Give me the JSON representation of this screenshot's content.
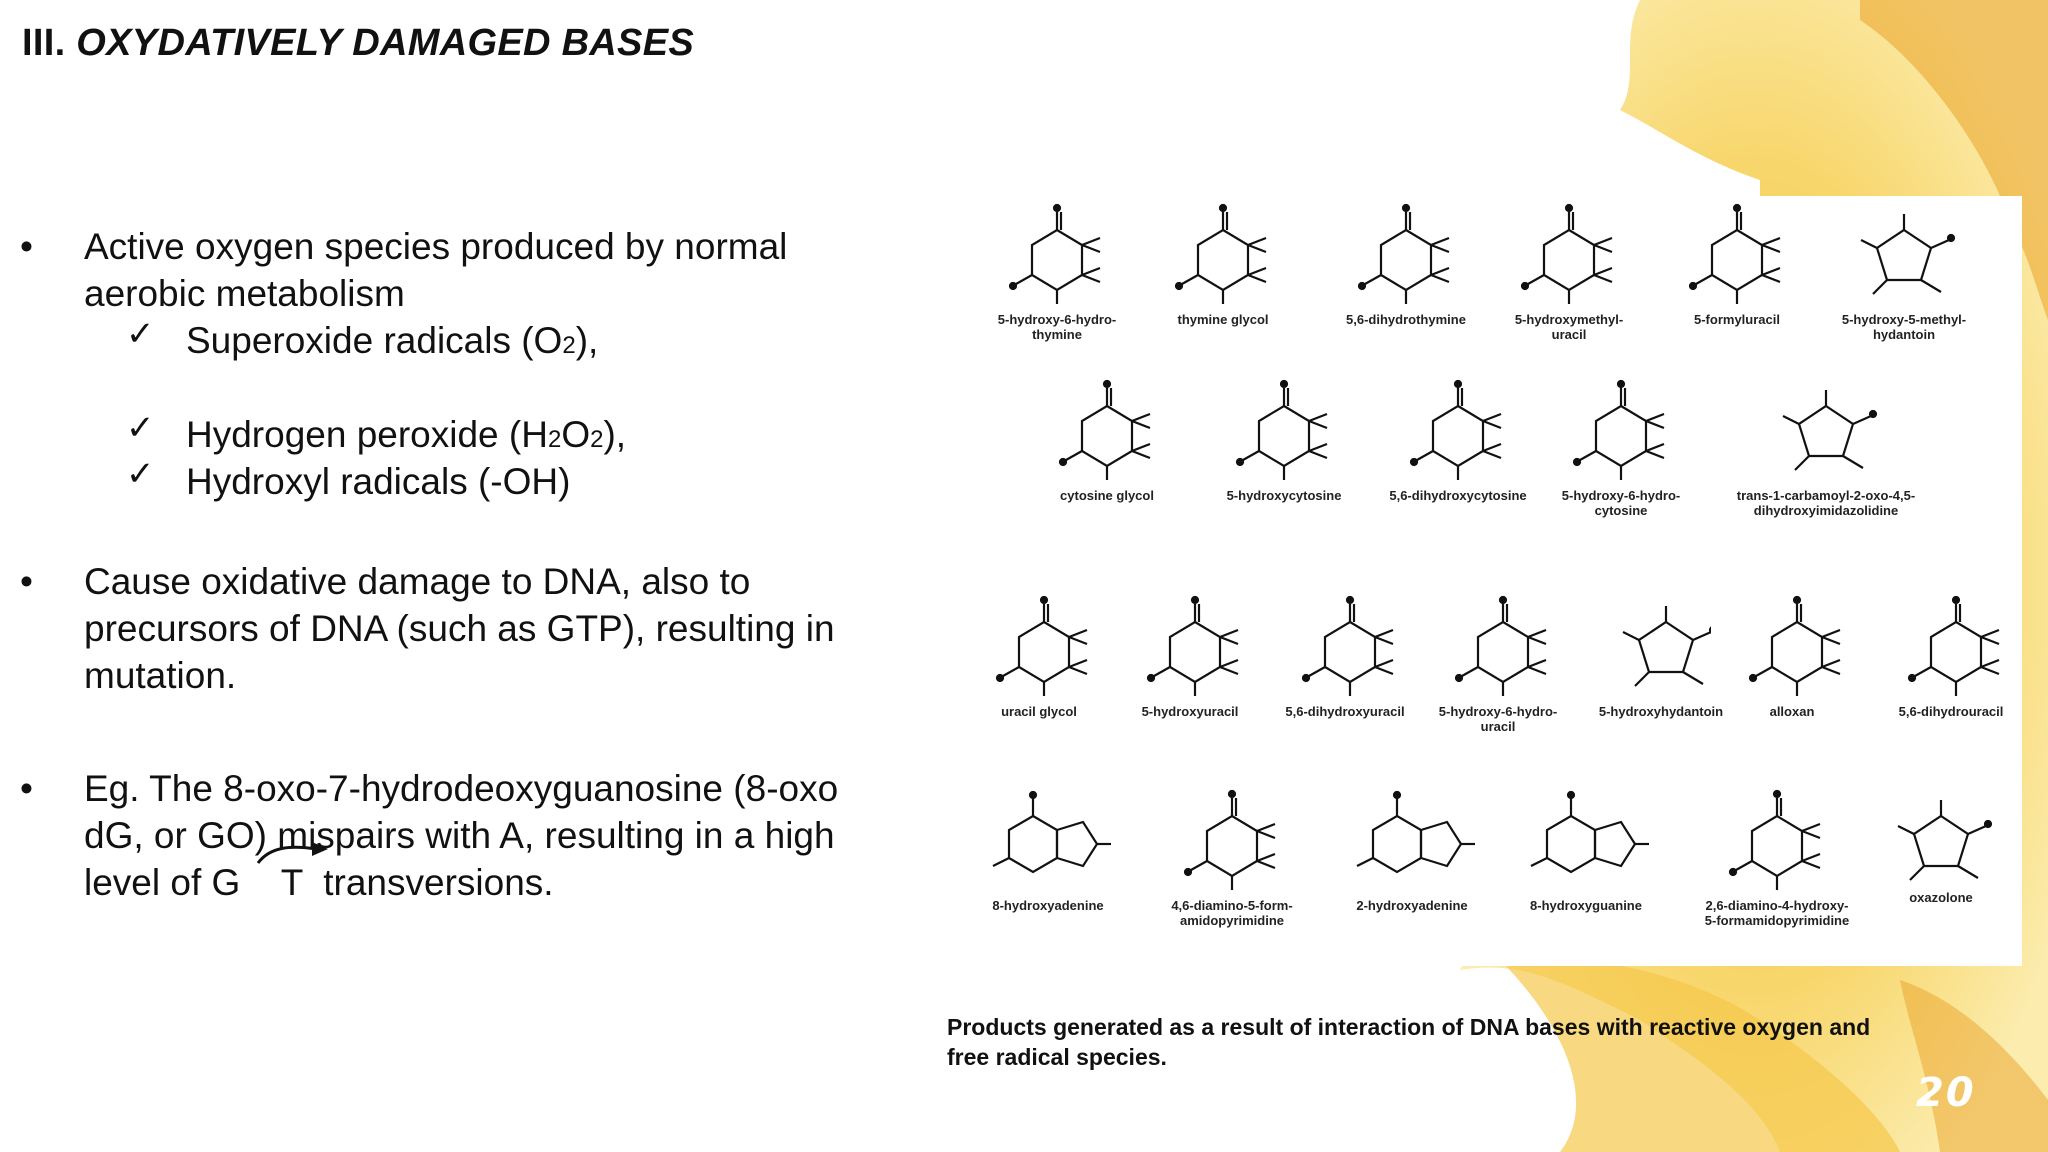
{
  "slide": {
    "title_prefix": "III.",
    "title_main": "OXYDATIVELY DAMAGED BASES",
    "page_number": "20"
  },
  "bullets": {
    "b1_line1": "Active oxygen species produced by normal",
    "b1_line2": "aerobic metabolism",
    "check_mark": "✓",
    "sub1_text": "Superoxide radicals (O",
    "sub1_sub": "2",
    "sub1_end": "),",
    "sub2_text": "Hydrogen peroxide (H",
    "sub2_sub1": "2",
    "sub2_mid": "O",
    "sub2_sub2": "2",
    "sub2_end": "),",
    "sub3_text": "Hydroxyl radicals (-OH)",
    "b2_line1": "Cause oxidative damage to DNA, also to",
    "b2_line2": "precursors of DNA (such as GTP), resulting in",
    "b2_line3": "mutation.",
    "b3_line1": "Eg. The 8-oxo-7-hydrodeoxyguanosine (8-oxo",
    "b3_line2": "dG, or GO) mispairs with A, resulting in a high",
    "b3_line3": "level of G    T  transversions.",
    "bullet_glyph": "•"
  },
  "figure": {
    "caption_line1": "Products generated as a result of interaction of DNA bases with reactive oxygen and",
    "caption_line2": "free radical species.",
    "row1": [
      "5-hydroxy-6-hydro-\nthymine",
      "thymine glycol",
      "5,6-dihydrothymine",
      "5-hydroxymethyl-\nuracil",
      "5-formyluracil",
      "5-hydroxy-5-methyl-\nhydantoin"
    ],
    "row2": [
      "cytosine glycol",
      "5-hydroxycytosine",
      "5,6-dihydroxycytosine",
      "5-hydroxy-6-hydro-\ncytosine",
      "trans-1-carbamoyl-2-oxo-4,5-\ndihydroxyimidazolidine"
    ],
    "row3": [
      "uracil glycol",
      "5-hydroxyuracil",
      "5,6-dihydroxyuracil",
      "5-hydroxy-6-hydro-\nuracil",
      "5-hydroxyhydantoin",
      "alloxan",
      "5,6-dihydrouracil"
    ],
    "row4": [
      "8-hydroxyadenine",
      "4,6-diamino-5-form-\namidopyrimidine",
      "2-hydroxyadenine",
      "8-hydroxyguanine",
      "2,6-diamino-4-hydroxy-\n5-formamidopyrimidine",
      "oxazolone"
    ]
  },
  "colors": {
    "background": "#ffffff",
    "paint_yellow": "#f3c23a",
    "paint_orange": "#e9a228",
    "text": "#111111"
  }
}
